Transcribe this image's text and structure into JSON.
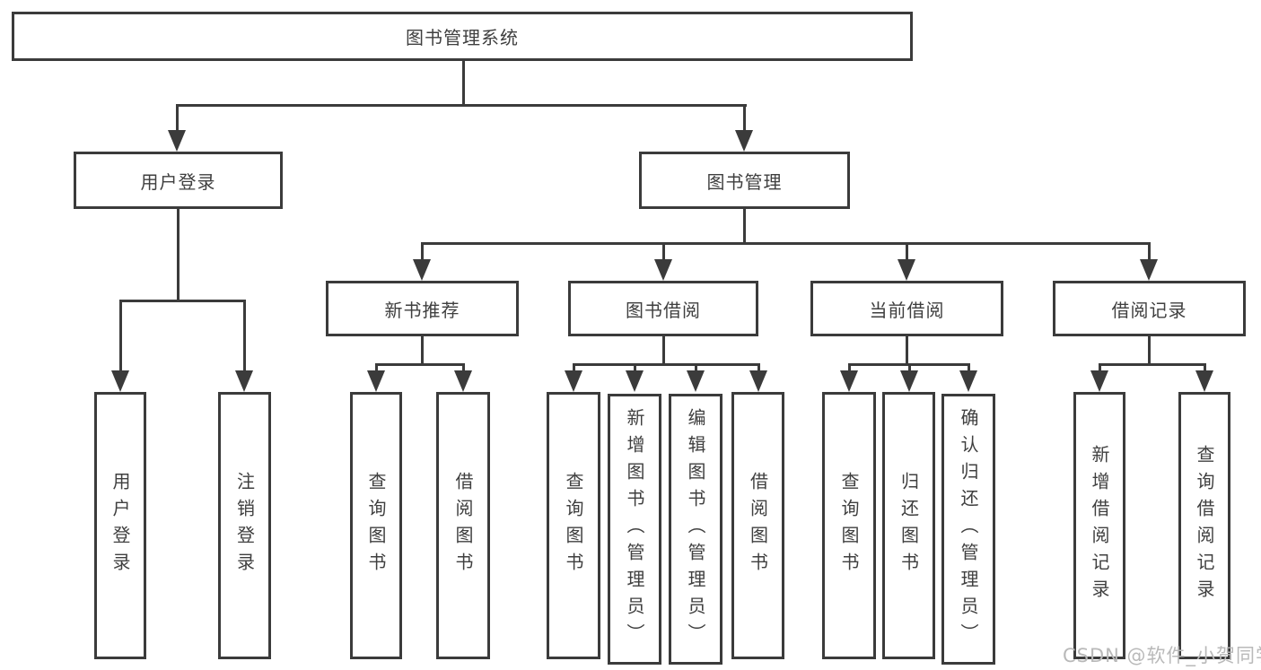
{
  "tree": {
    "root": {
      "label": "图书管理系统"
    },
    "branches": [
      {
        "label": "用户登录",
        "children": [
          {
            "label": "用户登录"
          },
          {
            "label": "注销登录"
          }
        ]
      },
      {
        "label": "图书管理",
        "children": [
          {
            "label": "新书推荐",
            "children": [
              {
                "label": "查询图书"
              },
              {
                "label": "借阅图书"
              }
            ]
          },
          {
            "label": "图书借阅",
            "children": [
              {
                "label": "查询图书"
              },
              {
                "label": "新增图书（管理员）"
              },
              {
                "label": "编辑图书（管理员）"
              },
              {
                "label": "借阅图书"
              }
            ]
          },
          {
            "label": "当前借阅",
            "children": [
              {
                "label": "查询图书"
              },
              {
                "label": "归还图书"
              },
              {
                "label": "确认归还（管理员）"
              }
            ]
          },
          {
            "label": "借阅记录",
            "children": [
              {
                "label": "新增借阅记录"
              },
              {
                "label": "查询借阅记录"
              }
            ]
          }
        ]
      }
    ]
  },
  "watermark": {
    "text": "CSDN @软件_小贺同学"
  },
  "colors": {
    "line": "#3b3b3b",
    "box_border": "#3b3b3b",
    "text": "#3f3f3f",
    "watermark": "#b9b9b9",
    "background": "#ffffff"
  }
}
